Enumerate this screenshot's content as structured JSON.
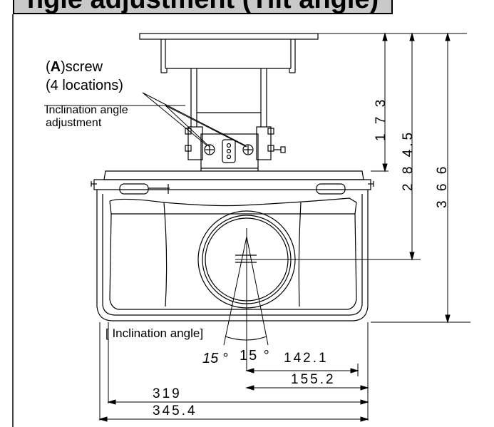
{
  "title": "ngle adjustment (Tilt angle)",
  "labels": {
    "screw_prefix": "(",
    "screw_letter": "A",
    "screw_suffix": ")screw",
    "locations": "(4 locations)",
    "inclination_adjustment": "Inclination angle adjustment",
    "inclination_angle": "[ Inclination angle]"
  },
  "dimensions": {
    "height_173": "1 7 3",
    "height_284_5": "2 8 4.5",
    "height_366": "3 6 6",
    "angle_left": "15 °",
    "angle_right": "15 °",
    "width_142_1": "142.1",
    "width_155_2": "155.2",
    "width_319": "319",
    "width_345_4": "345.4"
  }
}
